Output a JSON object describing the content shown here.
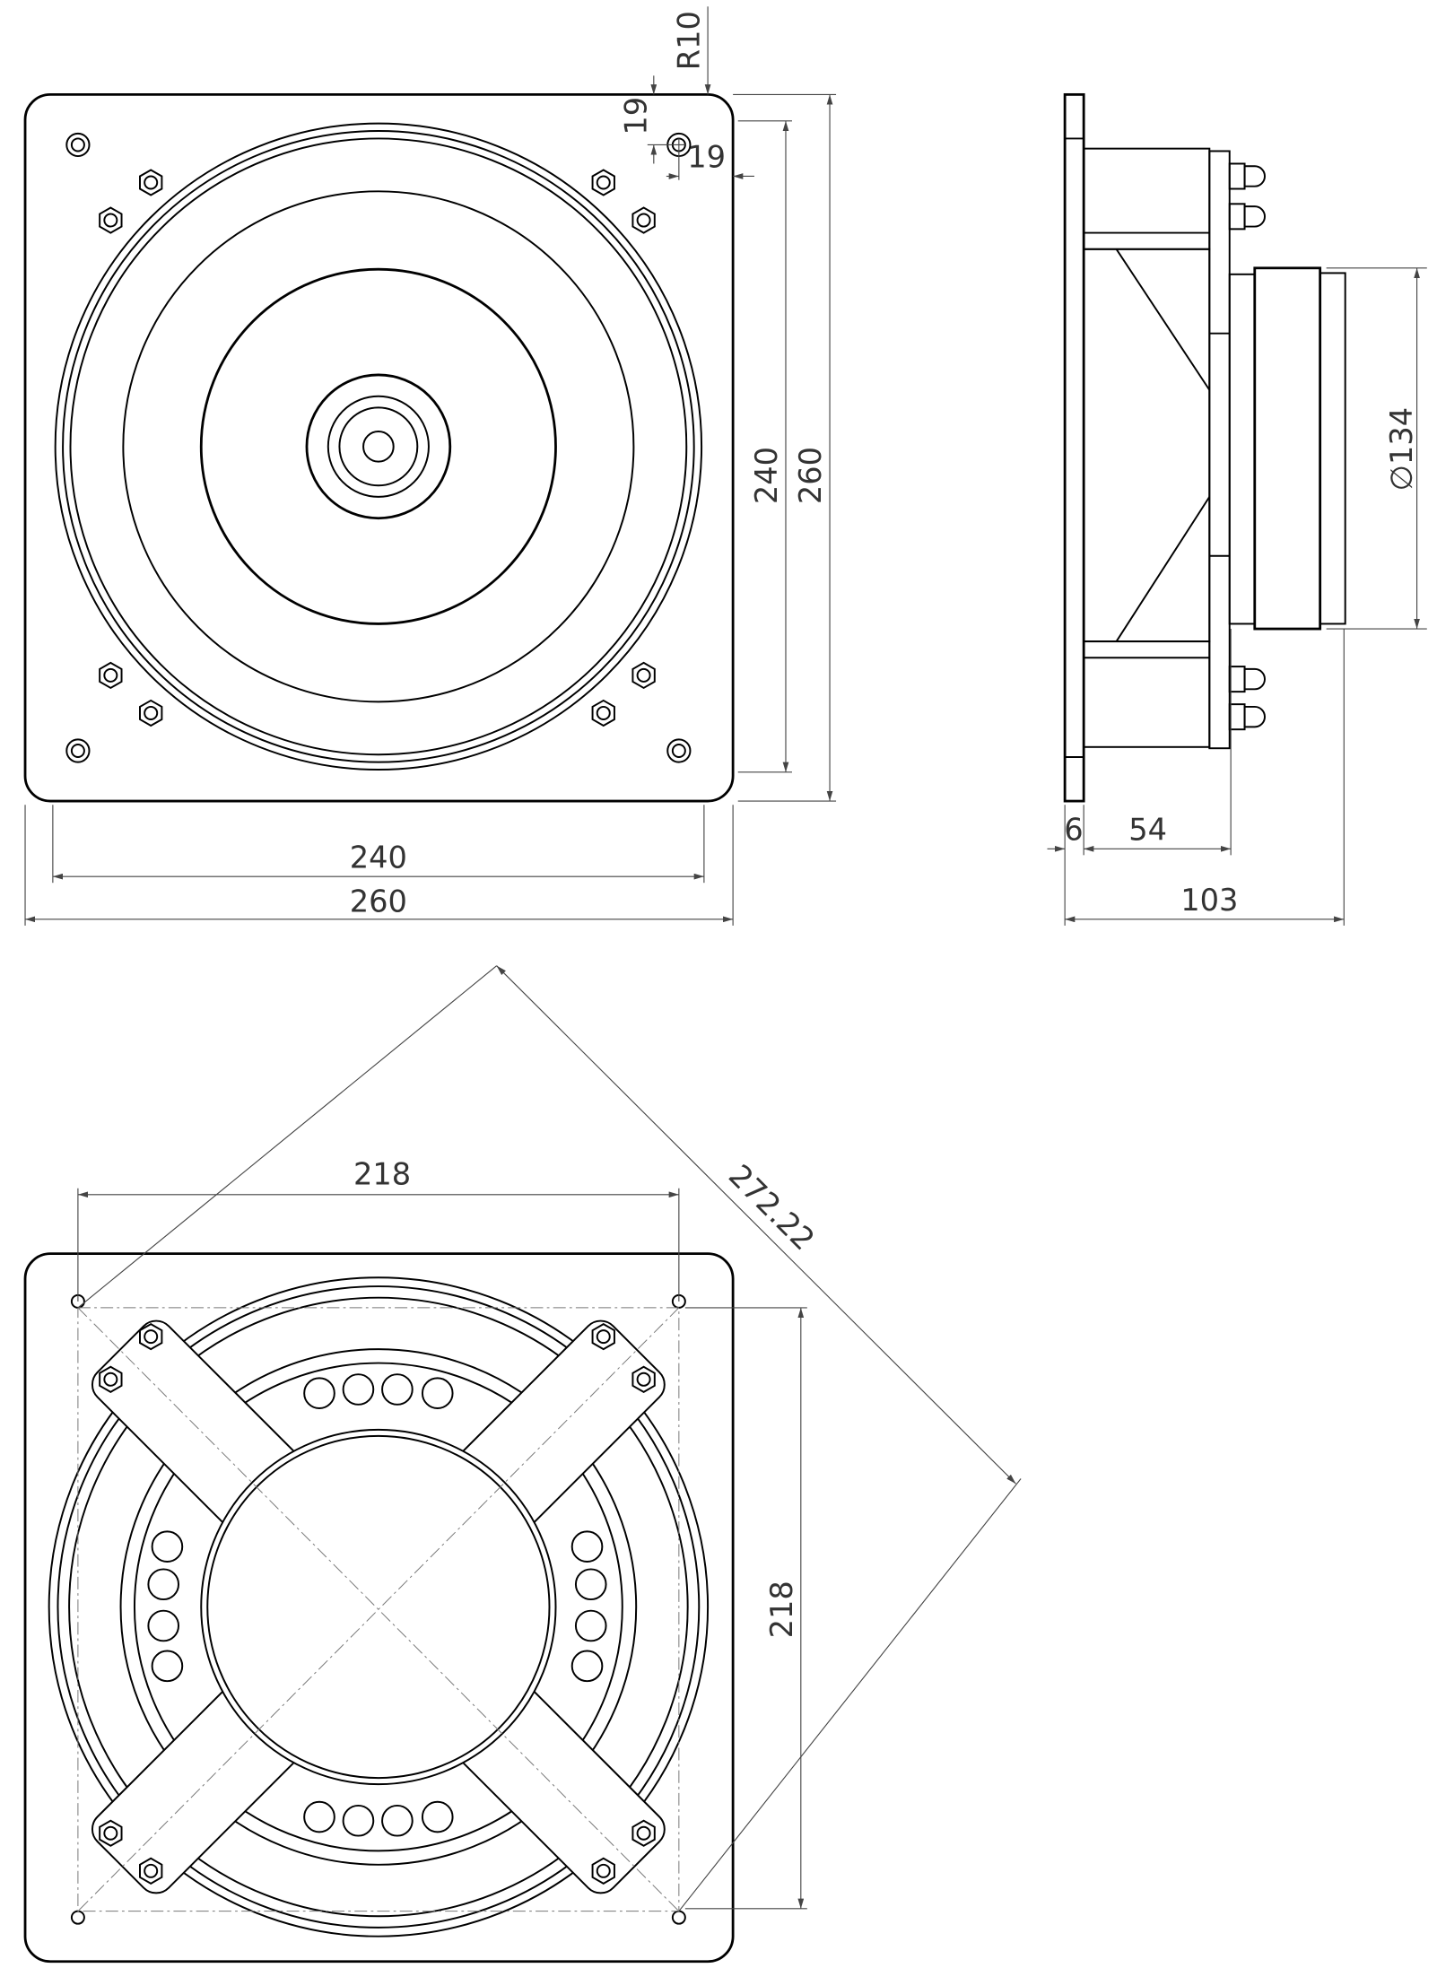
{
  "top_view": {
    "dims": {
      "r": "R10",
      "offset_v": "19",
      "offset_h": "19",
      "inner_h": "240",
      "outer_h": "260",
      "inner_w": "240",
      "outer_w": "260"
    }
  },
  "side_view": {
    "dims": {
      "magnet_dia": "∅134",
      "plate": "6",
      "frame": "54",
      "depth": "103"
    }
  },
  "rear_view": {
    "dims": {
      "hole_w": "218",
      "hole_h": "218",
      "diagonal": "272.22"
    }
  }
}
